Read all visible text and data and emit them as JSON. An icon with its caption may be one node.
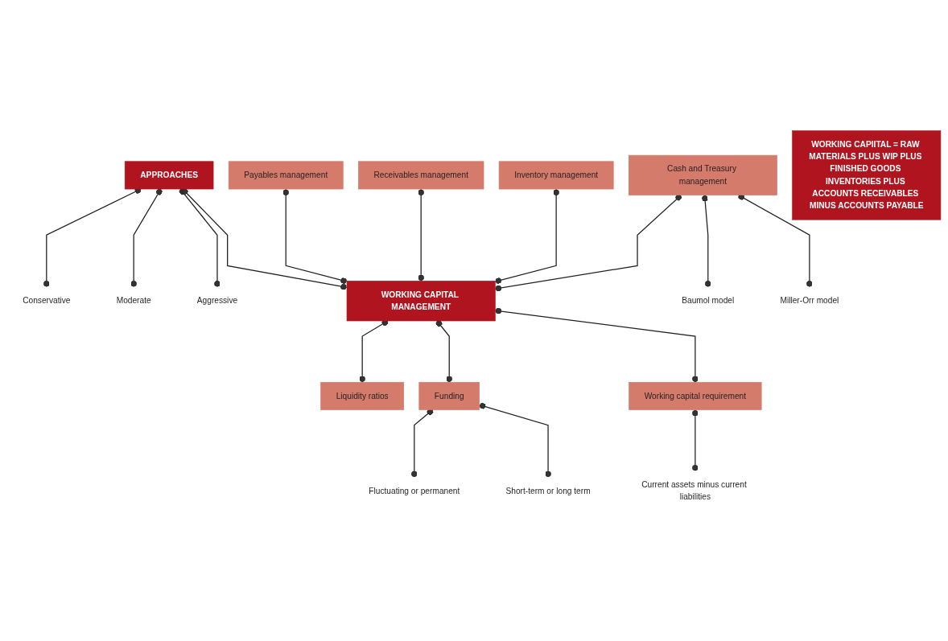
{
  "diagram": {
    "nodes": [
      {
        "text": [
          "APPROACHES"
        ]
      },
      {
        "text": [
          "Conservative"
        ]
      },
      {
        "text": [
          "Moderate"
        ]
      },
      {
        "text": [
          "Aggressive"
        ]
      },
      {
        "text": [
          "WORKING CAPIITAL = RAW MATERIALS PLUS WIP PLUS FINISHED GOODS INVENTORIES PLUS ACCOUNTS RECEIVABLES MINUS ACCOUNTS PAYABLE"
        ]
      },
      {
        "text": [
          "Payables management"
        ]
      },
      {
        "text": [
          "Receivables management"
        ]
      },
      {
        "text": [
          "Inventory management"
        ]
      },
      {
        "text": [
          "Liquidity ratios"
        ]
      },
      {
        "text": [
          "Cash and Treasury management"
        ]
      },
      {
        "text": [
          "WORKING CAPITAL MANAGEMENT"
        ]
      },
      {
        "text": [
          "Funding"
        ]
      },
      {
        "text": [
          "Fluctuating or permanent"
        ]
      },
      {
        "text": [
          "Working capital requirement"
        ]
      },
      {
        "text": [
          "Baumol model"
        ]
      },
      {
        "text": [
          "Miller-Orr model"
        ]
      },
      {
        "text": [
          "Short-term or long term"
        ]
      },
      {
        "text": [
          "Current assets minus current liabilities"
        ]
      }
    ],
    "edges": [
      {
        "from": 0,
        "to": 1,
        "arrow": "other"
      },
      {
        "from": 0,
        "to": 2,
        "arrow": "other"
      },
      {
        "from": 0,
        "to": 3,
        "arrow": "other"
      },
      {
        "from": 0,
        "to": 10,
        "arrow": "other"
      },
      {
        "from": 5,
        "to": 10,
        "arrow": "other"
      },
      {
        "from": 6,
        "to": 10,
        "arrow": "other"
      },
      {
        "from": 7,
        "to": 10,
        "arrow": "other"
      },
      {
        "from": 10,
        "to": 8,
        "arrow": "other"
      },
      {
        "from": 9,
        "to": 10,
        "arrow": "other"
      },
      {
        "from": 10,
        "to": 11,
        "arrow": "other"
      },
      {
        "from": 10,
        "to": 13,
        "arrow": "other"
      },
      {
        "from": 11,
        "to": 12,
        "arrow": "other"
      },
      {
        "from": 9,
        "to": 14,
        "arrow": "other"
      },
      {
        "from": 9,
        "to": 15,
        "arrow": "other"
      },
      {
        "from": 11,
        "to": 16,
        "arrow": "other"
      },
      {
        "from": 13,
        "to": 17,
        "arrow": "other"
      }
    ]
  }
}
